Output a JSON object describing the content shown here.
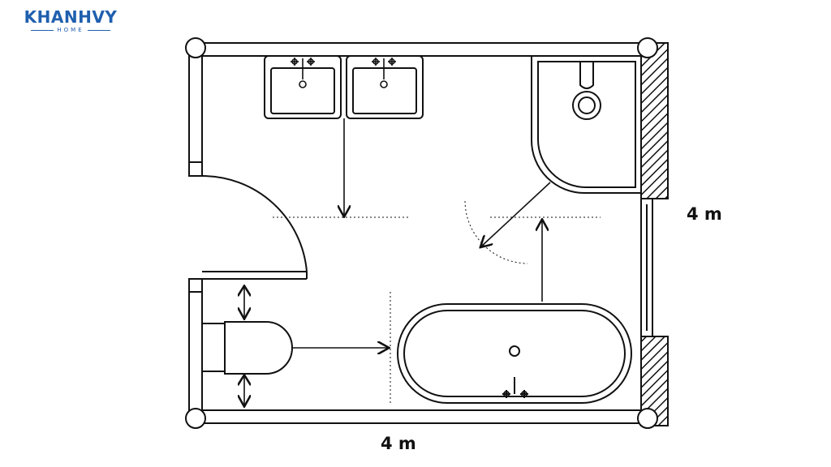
{
  "logo": {
    "brand": "KHANHVY",
    "sub": "HOME"
  },
  "dimensions": {
    "right": "4 m",
    "bottom": "4 m"
  },
  "colors": {
    "brand": "#1f5fae",
    "line": "#111111"
  }
}
